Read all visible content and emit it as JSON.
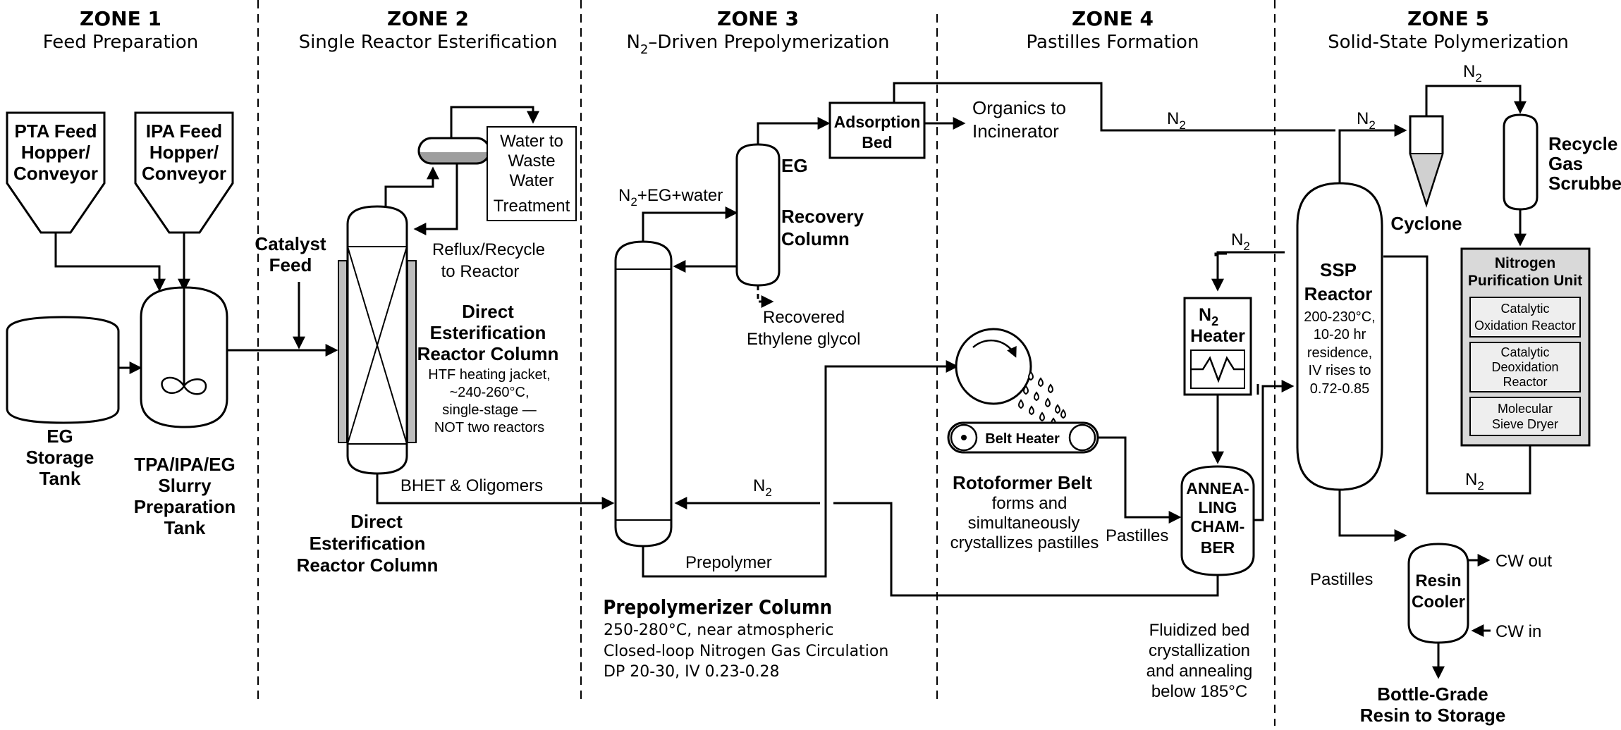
{
  "zones": [
    {
      "title": "ZONE 1",
      "subtitle": "Feed Preparation"
    },
    {
      "title": "ZONE 2",
      "subtitle": "Single Reactor Esterification"
    },
    {
      "title": "ZONE 3",
      "subtitle_main": "N",
      "subtitle_sub": "2",
      "subtitle_rest": "–Driven Prepolymerization"
    },
    {
      "title": "ZONE 4",
      "subtitle": "Pastilles Formation"
    },
    {
      "title": "ZONE 5",
      "subtitle": "Solid-State Polymerization"
    }
  ],
  "zone1": {
    "pta_hopper": [
      "PTA Feed",
      "Hopper/",
      "Conveyor"
    ],
    "ipa_hopper": [
      "IPA Feed",
      "Hopper/",
      "Conveyor"
    ],
    "eg_tank": [
      "EG",
      "Storage",
      "Tank"
    ],
    "slurry_tank": [
      "TPA/IPA/EG",
      "Slurry",
      "Preparation",
      "Tank"
    ]
  },
  "zone2": {
    "catalyst_feed": [
      "Catalyst",
      "Feed"
    ],
    "water_treatment": [
      "Water to",
      "Waste",
      "Water",
      "Treatment"
    ],
    "reflux": [
      "Reflux/Recycle",
      "to Reactor"
    ],
    "reactor_title": [
      "Direct",
      "Esterification",
      "Reactor Column"
    ],
    "reactor_notes": [
      "HTF heating jacket,",
      "~240-260°C,",
      "single-stage —",
      "NOT two reactors"
    ],
    "reactor_caption": [
      "Direct",
      "Esterification",
      "Reactor Column"
    ],
    "bhet": "BHET & Oligomers"
  },
  "zone3": {
    "n2_eg_water_main": "N",
    "n2_eg_water_sub": "2",
    "n2_eg_water_rest": "+EG+water",
    "eg_recovery": [
      "EG",
      "Recovery",
      "Column"
    ],
    "recovered_eg": [
      "Recovered",
      "Ethylene glycol"
    ],
    "adsorption_bed": [
      "Adsorption",
      "Bed"
    ],
    "organics": [
      "Organics to",
      "Incinerator"
    ],
    "n2_return_main": "N",
    "n2_return_sub": "2",
    "prepolymer": "Prepolymer",
    "prepolymerizer_title": "Prepolymerizer Column",
    "prepolymerizer_notes": [
      "250-280°C, near atmospheric",
      "Closed-loop Nitrogen Gas Circulation",
      "DP 20-30, IV 0.23-0.28"
    ]
  },
  "zone4": {
    "n2_top_main": "N",
    "n2_top_sub": "2",
    "n2_heater_main": "N",
    "n2_heater_sub": "2",
    "n2_heater_label": "Heater",
    "n2_in_main": "N",
    "n2_in_sub": "2",
    "belt_heater": "Belt Heater",
    "rotoformer_title": "Rotoformer Belt",
    "rotoformer_notes": [
      "forms and",
      "simultaneously",
      "crystallizes pastilles"
    ],
    "pastilles": "Pastilles",
    "annealing": [
      "ANNEA-",
      "LING",
      "CHAM-",
      "BER"
    ],
    "fluidized": [
      "Fluidized bed",
      "crystallization",
      "and annealing",
      "below 185°C"
    ]
  },
  "zone5": {
    "n2_ssp_main": "N",
    "n2_ssp_sub": "2",
    "n2_cyclone_main": "N",
    "n2_cyclone_sub": "2",
    "cyclone": "Cyclone",
    "recycle_scrubber": [
      "Recycle",
      "Gas",
      "Scrubber"
    ],
    "nitrogen_unit": [
      "Nitrogen",
      "Purification Unit"
    ],
    "catalytic_oxidation": [
      "Catalytic",
      "Oxidation Reactor"
    ],
    "catalytic_deoxidation": [
      "Catalytic",
      "Deoxidation",
      "Reactor"
    ],
    "molecular_sieve": [
      "Molecular",
      "Sieve Dryer"
    ],
    "n2_bottom_main": "N",
    "n2_bottom_sub": "2",
    "ssp_title": [
      "SSP",
      "Reactor"
    ],
    "ssp_notes": [
      "200-230°C,",
      "10-20 hr",
      "residence,",
      "IV rises to",
      "0.72-0.85"
    ],
    "pastilles": "Pastilles",
    "resin_cooler": [
      "Resin",
      "Cooler"
    ],
    "cw_out": "CW out",
    "cw_in": "CW in",
    "output": [
      "Bottle-Grade",
      "Resin to Storage"
    ]
  }
}
